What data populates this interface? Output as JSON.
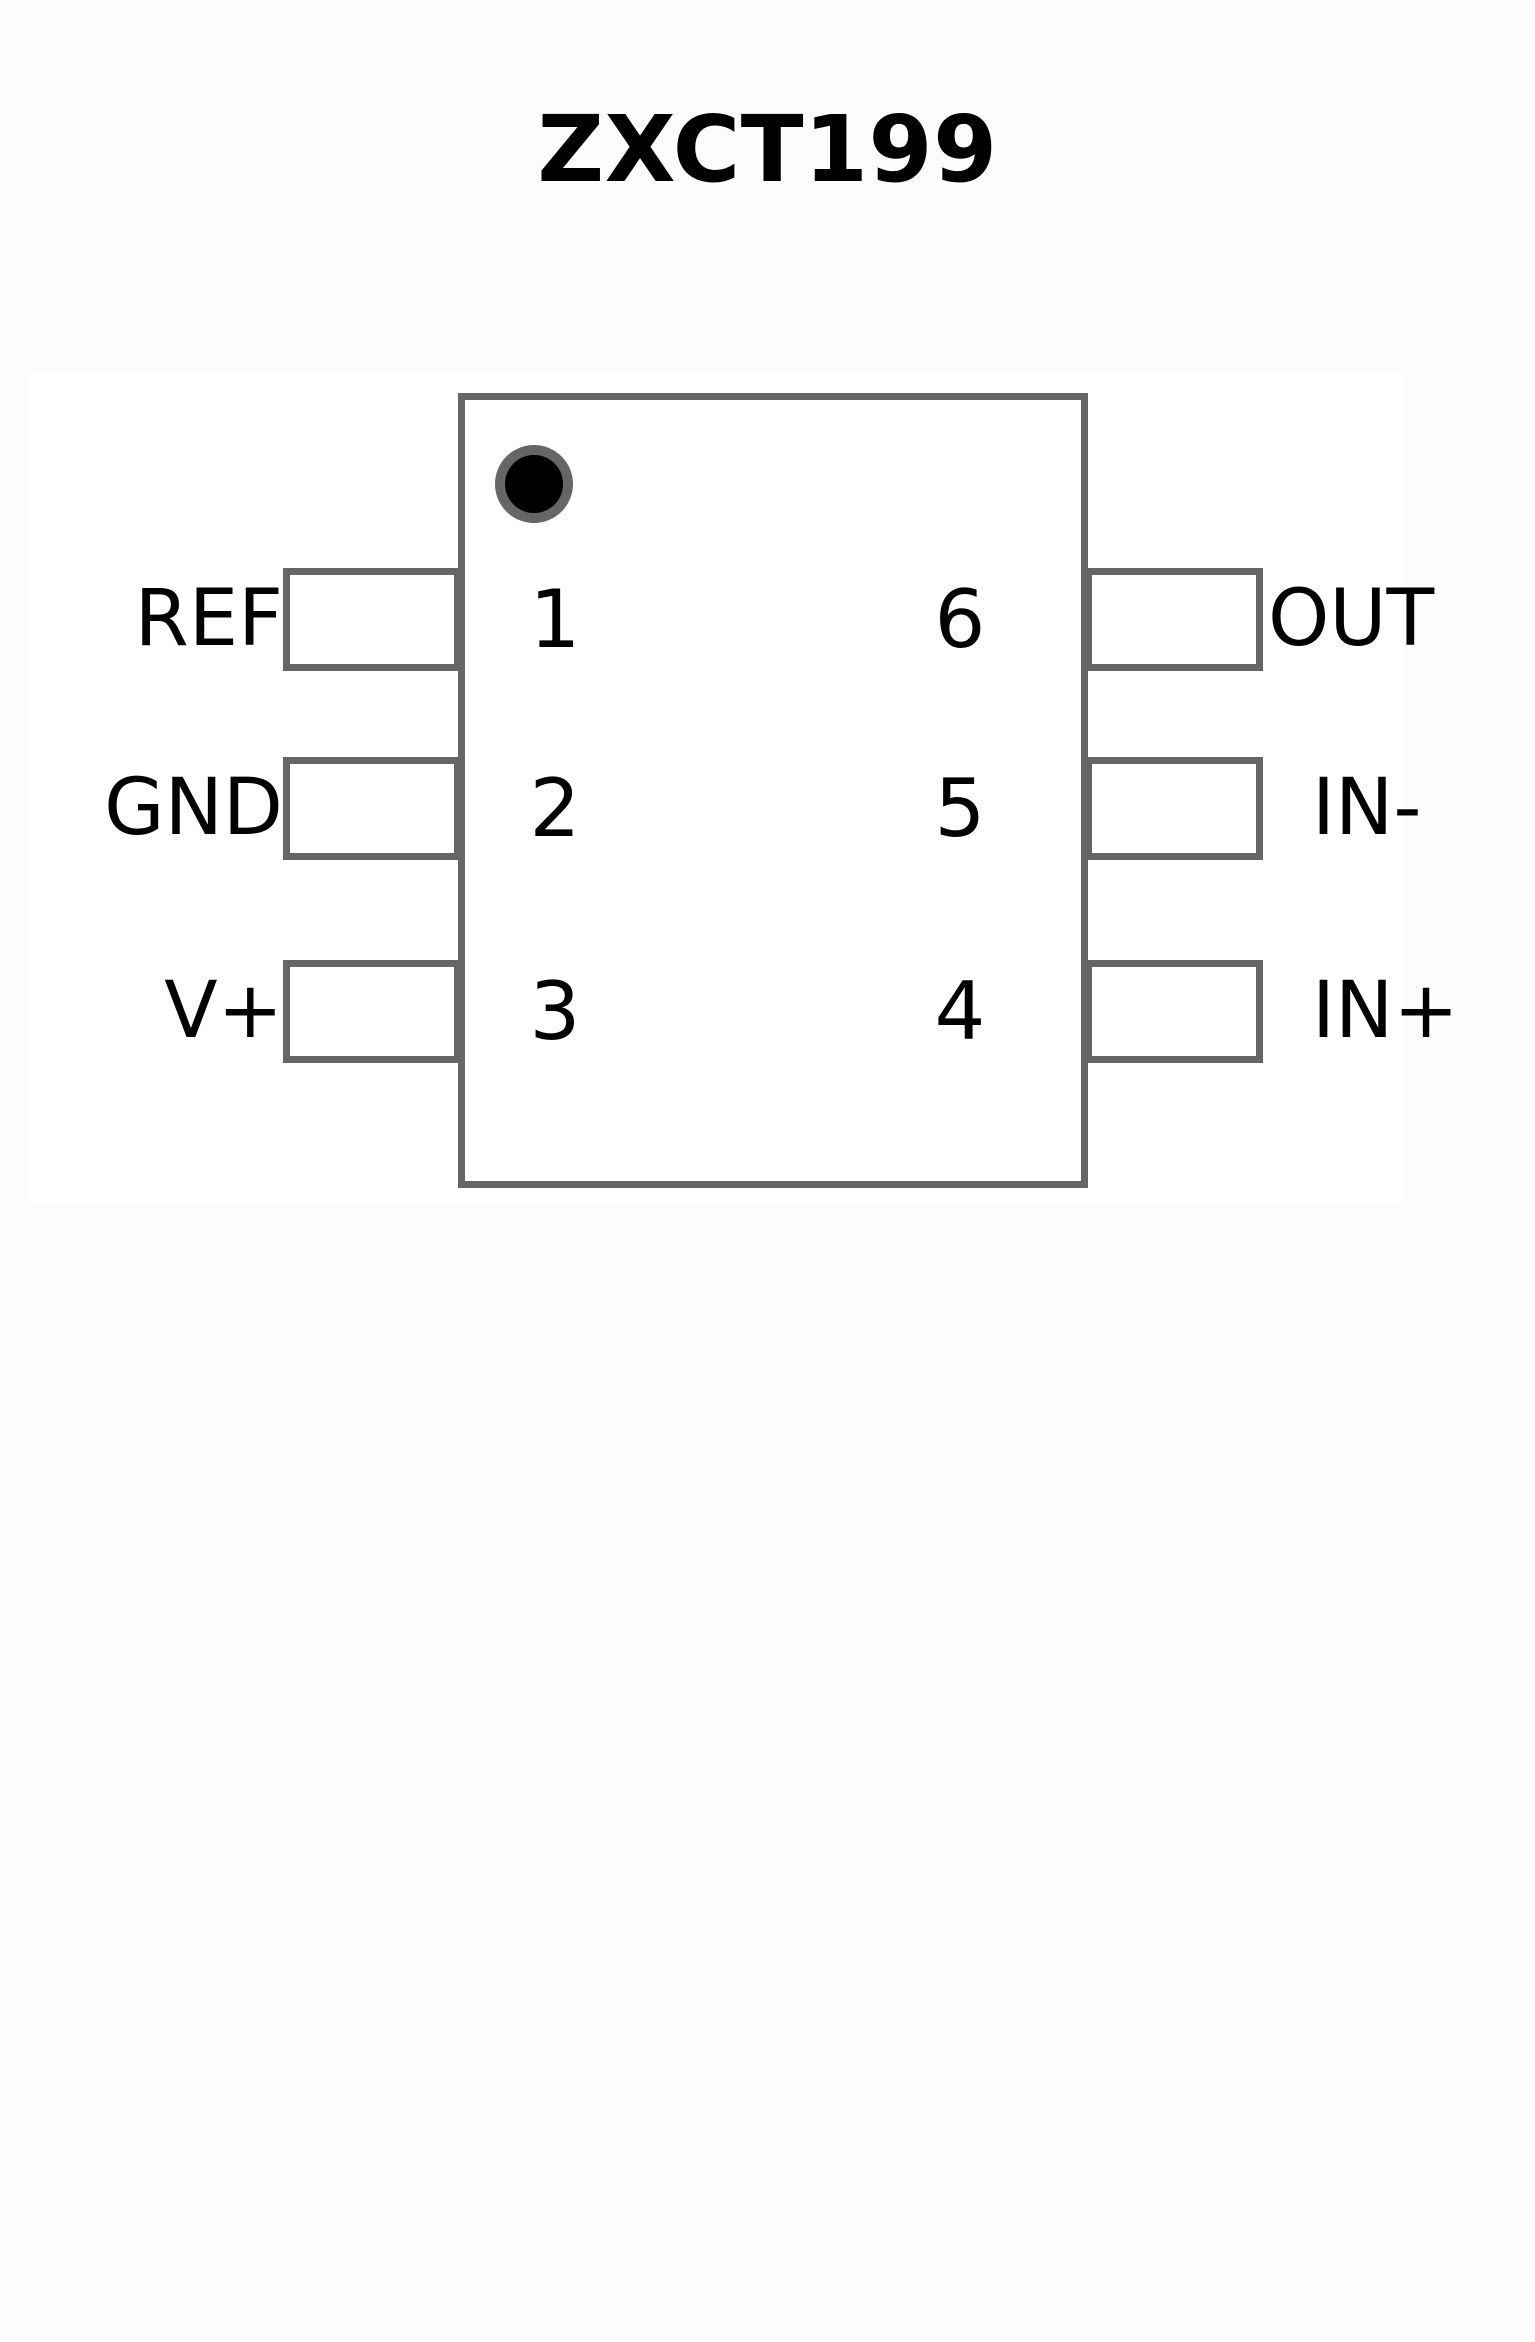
{
  "title": "ZXCT199",
  "colors": {
    "outline": "#666666",
    "text": "#000000",
    "body_fill": "#ffffff",
    "dot_fill": "#000000",
    "background": "#ffffff",
    "panel": "#fcfcfd"
  },
  "package": {
    "pin_count": 6,
    "orientation_marker": "pin1-dot"
  },
  "pins": {
    "left": [
      {
        "number": "1",
        "name": "REF"
      },
      {
        "number": "2",
        "name": "GND"
      },
      {
        "number": "3",
        "name": "V+"
      }
    ],
    "right": [
      {
        "number": "6",
        "name": "OUT"
      },
      {
        "number": "5",
        "name": "IN-"
      },
      {
        "number": "4",
        "name": "IN+"
      }
    ]
  }
}
